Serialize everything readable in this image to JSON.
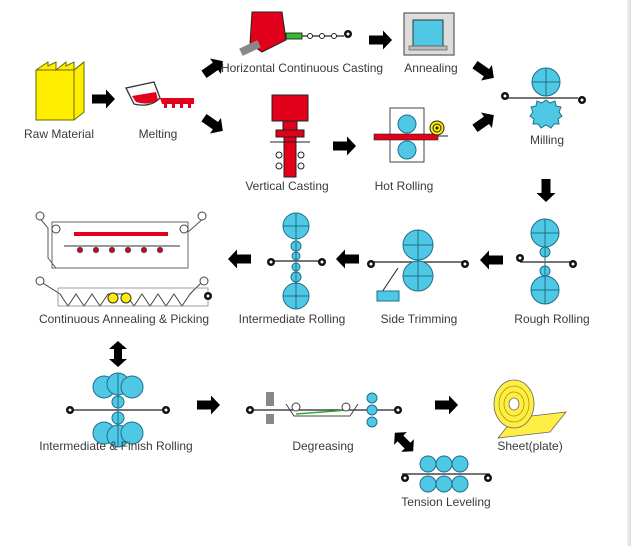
{
  "colors": {
    "roll": "#4fc8e6",
    "roll_stroke": "#1e6f8a",
    "hot": "#e3001b",
    "raw": "#ffee00",
    "coil": "#ffee44",
    "arrow": "#000000",
    "label": "#3a3a3a",
    "screen": "#4fc8e6"
  },
  "stages": {
    "raw_material": "Raw Material",
    "melting": "Melting",
    "horizontal_casting": "Horizontal Continuous Casting",
    "annealing": "Annealing",
    "vertical_casting": "Vertical Casting",
    "hot_rolling": "Hot Rolling",
    "milling": "Milling",
    "rough_rolling": "Rough Rolling",
    "side_trimming": "Side Trimming",
    "intermediate_rolling": "Intermediate Rolling",
    "continuous_annealing": "Continuous Annealing & Picking",
    "intermediate_finish_rolling": "Intermediate & Finish Rolling",
    "degreasing": "Degreasing",
    "sheet": "Sheet(plate)",
    "tension_leveling": "Tension Leveling"
  }
}
